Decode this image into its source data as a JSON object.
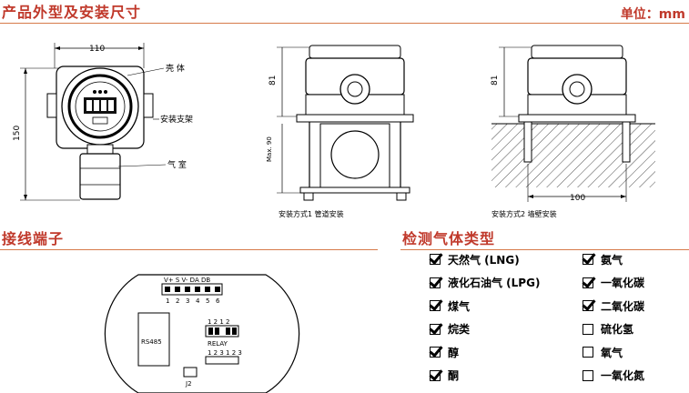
{
  "sections": {
    "dimensions_title": "产品外型及安装尺寸",
    "unit_label": "单位：mm",
    "wiring_title": "接线端子",
    "gas_title": "检测气体类型"
  },
  "front_view": {
    "width_dim": "110",
    "height_dim": "150",
    "label_shell": "壳 体",
    "label_bracket": "安装支架",
    "label_chamber": "气 室"
  },
  "mount1": {
    "dim_top": "81",
    "dim_bottom": "Max. 90",
    "caption": "安装方式1  管道安装"
  },
  "mount2": {
    "dim_top": "81",
    "dim_width": "100",
    "caption": "安装方式2  墙壁安装"
  },
  "wiring": {
    "top_terminals": "V+ S V-    DA DB",
    "top_numbers": [
      "1",
      "2",
      "3",
      "4",
      "5",
      "6"
    ],
    "module_label": "RS485",
    "relay_label": "RELAY",
    "relay_nums": "1 2 3 1 2 3",
    "relay_top": "1 2   1 2",
    "jumper_label": "J2"
  },
  "gases": [
    {
      "name": "天然气 (LNG)",
      "checked": true
    },
    {
      "name": "氨气",
      "checked": true
    },
    {
      "name": "液化石油气 (LPG)",
      "checked": true
    },
    {
      "name": "一氧化碳",
      "checked": true
    },
    {
      "name": "煤气",
      "checked": true
    },
    {
      "name": "二氧化碳",
      "checked": true
    },
    {
      "name": "烷类",
      "checked": true
    },
    {
      "name": "硫化氢",
      "checked": false
    },
    {
      "name": "醇",
      "checked": true
    },
    {
      "name": "氧气",
      "checked": false
    },
    {
      "name": "酮",
      "checked": true
    },
    {
      "name": "一氧化氮",
      "checked": false
    }
  ]
}
